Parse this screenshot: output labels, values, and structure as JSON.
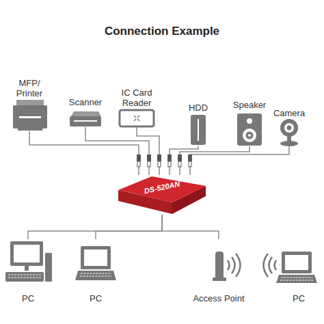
{
  "diagram": {
    "title": "Connection Example",
    "nodes": [
      {
        "text": [
          "MFP/ Printer"
        ]
      },
      {
        "text": [
          "Scanner"
        ]
      },
      {
        "text": [
          "IC Card Reader"
        ]
      },
      {
        "text": [
          "HDD"
        ]
      },
      {
        "text": [
          "Speaker"
        ]
      },
      {
        "text": [
          "Camera"
        ]
      },
      {
        "text": [
          "DS-520AN"
        ]
      },
      {
        "text": [
          "PC"
        ]
      },
      {
        "text": [
          "PC"
        ]
      },
      {
        "text": [
          "Access Point"
        ]
      },
      {
        "text": [
          "PC"
        ]
      }
    ],
    "edges": [
      {
        "from": 0,
        "to": 6,
        "arrow": "none"
      },
      {
        "from": 1,
        "to": 6,
        "arrow": "none"
      },
      {
        "from": 2,
        "to": 6,
        "arrow": "none"
      },
      {
        "from": 3,
        "to": 6,
        "arrow": "none"
      },
      {
        "from": 4,
        "to": 6,
        "arrow": "none"
      },
      {
        "from": 5,
        "to": 6,
        "arrow": "none"
      },
      {
        "from": 6,
        "to": 7,
        "arrow": "none"
      },
      {
        "from": 6,
        "to": 8,
        "arrow": "none"
      },
      {
        "from": 6,
        "to": 9,
        "arrow": "none"
      }
    ]
  }
}
